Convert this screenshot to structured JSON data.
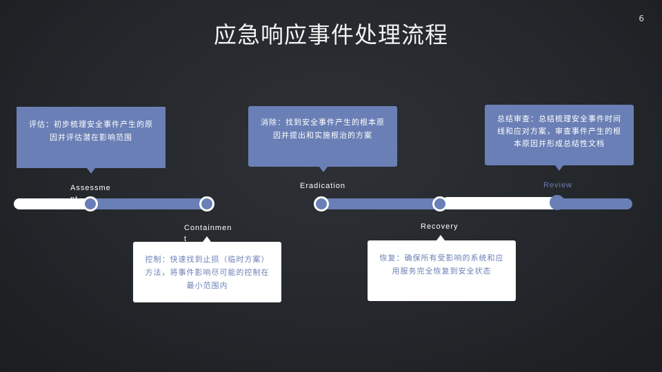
{
  "slide": {
    "title": "应急响应事件处理流程",
    "page_number": "6"
  },
  "stages": [
    {
      "label": "Assessment",
      "callout": "评估：初步梳理安全事件产生的原因并评估潜在影响范围"
    },
    {
      "label": "Containment",
      "callout": "控制：快速找到止损（临时方案）方法，将事件影响尽可能的控制在最小范围内"
    },
    {
      "label": "Eradication",
      "callout": "消除：找到安全事件产生的根本原因并提出和实施根治的方案"
    },
    {
      "label": "Recovery",
      "callout": "恢复：确保所有受影响的系统和应用服务完全恢复到安全状态"
    },
    {
      "label": "Review",
      "callout": "总结审查：总结梳理安全事件时间线和应对方案，审查事件产生的根本原因并形成总结性文档"
    }
  ],
  "colors": {
    "accent": "#6a7fb5",
    "background": "#24272b",
    "text": "#ffffff"
  }
}
